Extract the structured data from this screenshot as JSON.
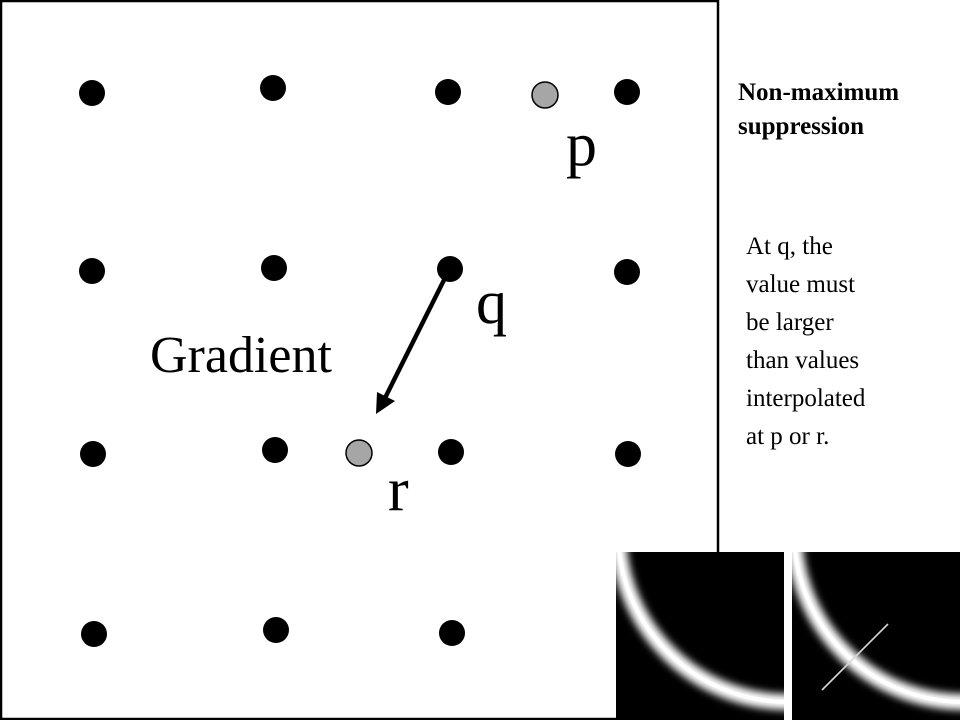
{
  "diagram": {
    "gradient_label": "Gradient",
    "point_p_label": "p",
    "point_q_label": "q",
    "point_r_label": "r"
  },
  "title": {
    "line1": "Non-maximum",
    "line2": "suppression"
  },
  "description": {
    "lines": [
      "At q, the",
      "value must",
      "be larger",
      "than values",
      "interpolated",
      "at p or r."
    ]
  },
  "colors": {
    "grid_dot": "#000000",
    "interp_dot": "#a6a6a6",
    "edge_background": "#000000",
    "edge_ring": "#ffffff"
  }
}
